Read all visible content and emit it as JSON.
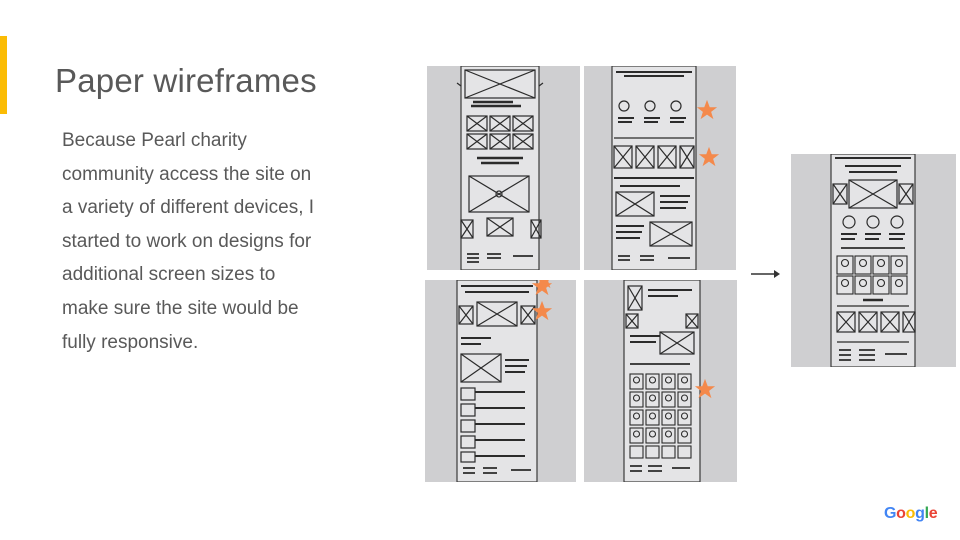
{
  "slide": {
    "title": "Paper wireframes",
    "body": "Because Pearl charity community  access the site on a variety of different devices, I started to work on designs for additional screen sizes to make sure the site would be fully responsive."
  },
  "logo": {
    "text": "Google",
    "letters": [
      {
        "char": "G",
        "color": "#4285f4"
      },
      {
        "char": "o",
        "color": "#ea4335"
      },
      {
        "char": "o",
        "color": "#fbbc05"
      },
      {
        "char": "g",
        "color": "#4285f4"
      },
      {
        "char": "l",
        "color": "#34a853"
      },
      {
        "char": "e",
        "color": "#ea4335"
      }
    ]
  },
  "colors": {
    "accent": "#fbbc04",
    "text": "#595959",
    "star": "#f4894b",
    "paper": "#e6e6e8",
    "ink": "#2b2b2b"
  },
  "icons": [
    "star-icon",
    "arrow-right-icon"
  ]
}
